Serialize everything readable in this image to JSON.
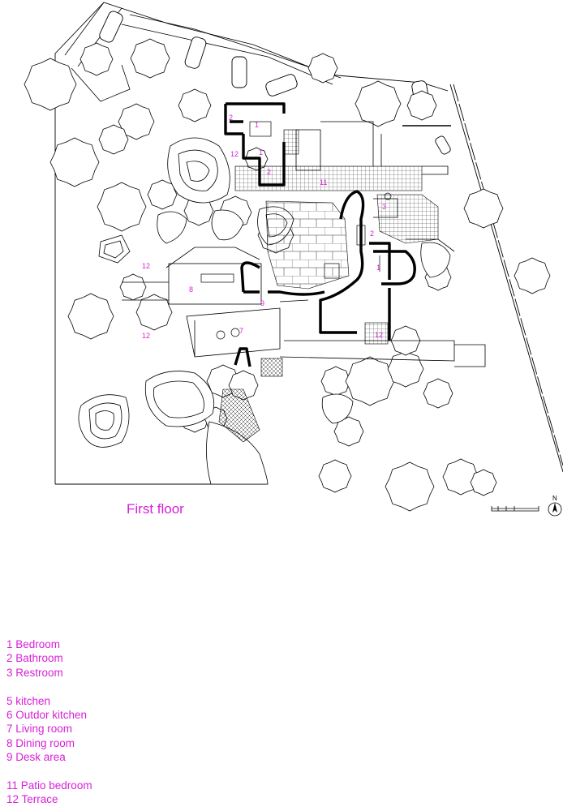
{
  "title": "First floor",
  "compass_label": "N",
  "room_labels": [
    {
      "id": "bedroom-north",
      "text": "1"
    },
    {
      "id": "bedroom-north-b",
      "text": "1"
    },
    {
      "id": "bathroom-north",
      "text": "2"
    },
    {
      "id": "bathroom-north-b",
      "text": "2"
    },
    {
      "id": "terrace-north",
      "text": "12"
    },
    {
      "id": "patio-bedroom",
      "text": "11"
    },
    {
      "id": "restroom-east",
      "text": "3"
    },
    {
      "id": "bathroom-east",
      "text": "2"
    },
    {
      "id": "bedroom-east",
      "text": "1"
    },
    {
      "id": "terrace-west",
      "text": "12"
    },
    {
      "id": "dining-room",
      "text": "8"
    },
    {
      "id": "desk-area",
      "text": "9"
    },
    {
      "id": "terrace-southwest",
      "text": "12"
    },
    {
      "id": "living-room",
      "text": "7"
    },
    {
      "id": "terrace-southeast",
      "text": "12"
    }
  ],
  "legend": {
    "group1": [
      "1  Bedroom",
      "2  Bathroom",
      "3  Restroom"
    ],
    "group2": [
      "5  kitchen",
      "6  Outdor kitchen",
      "7  Living room",
      "8  Dining room",
      "9  Desk area"
    ],
    "group3": [
      "11 Patio bedroom",
      "12 Terrace"
    ]
  },
  "colors": {
    "label": "#d81fd8",
    "line": "#000000"
  }
}
